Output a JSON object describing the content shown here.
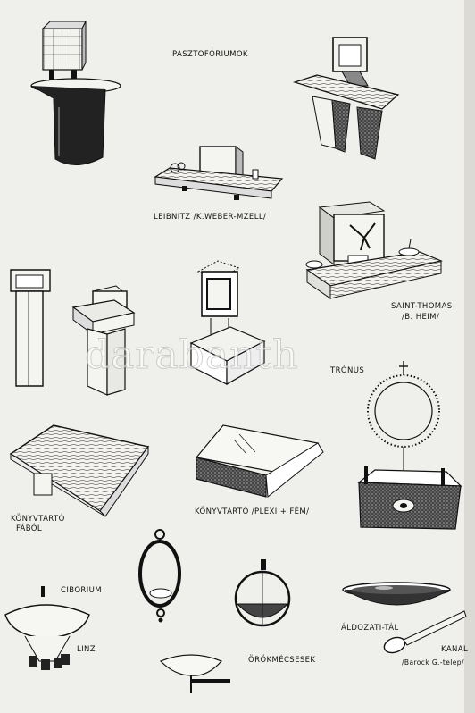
{
  "labels": {
    "pasztoforiumok": "PASZTOFÓRIUMOK",
    "leibnitz": "LEIBNITZ /K.WEBER-MZELL/",
    "saint_thomas_1": "SAINT-THOMAS",
    "saint_thomas_2": "/B. HEIM/",
    "tronus": "TRÓNUS",
    "konyvtarto_fabol_1": "KÖNYVTARTÓ",
    "konyvtarto_fabol_2": "FÁBÓL",
    "konyvtarto_plexi": "KÖNYVTARTÓ /PLEXI + FÉM/",
    "ciborium": "CIBORIUM",
    "linz": "LINZ",
    "orokmecsesek": "ÖRÖKMÉCSESEK",
    "aldozati_tal": "ÁLDOZATI-TÁL",
    "kanal": "KANAL",
    "barock": "/Barock G.-telep/"
  },
  "watermark": "darabanth",
  "icons": {
    "tabernacle_on_column": "tabernacle-on-column-icon",
    "tabernacle_on_table": "tabernacle-on-table-icon",
    "leibnitz_shelf": "leibnitz-shelf-icon",
    "saint_thomas_shelf": "saint-thomas-shelf-icon",
    "tall_pillar": "tall-pillar-icon",
    "stepped_pillar": "stepped-pillar-icon",
    "glass_cube_stand": "glass-cube-stand-icon",
    "throne_crown": "throne-crown-icon",
    "wood_bookstand": "wood-bookstand-icon",
    "plexi_bookstand": "plexi-bookstand-icon",
    "hanging_lamp_ring": "hanging-lamp-ring-icon",
    "hanging_lamp_globe": "hanging-lamp-globe-icon",
    "ciborium_vessel": "ciborium-vessel-icon",
    "wall_lamp_bowl": "wall-lamp-bowl-icon",
    "offering_bowl": "offering-bowl-icon",
    "spoon": "spoon-icon"
  }
}
